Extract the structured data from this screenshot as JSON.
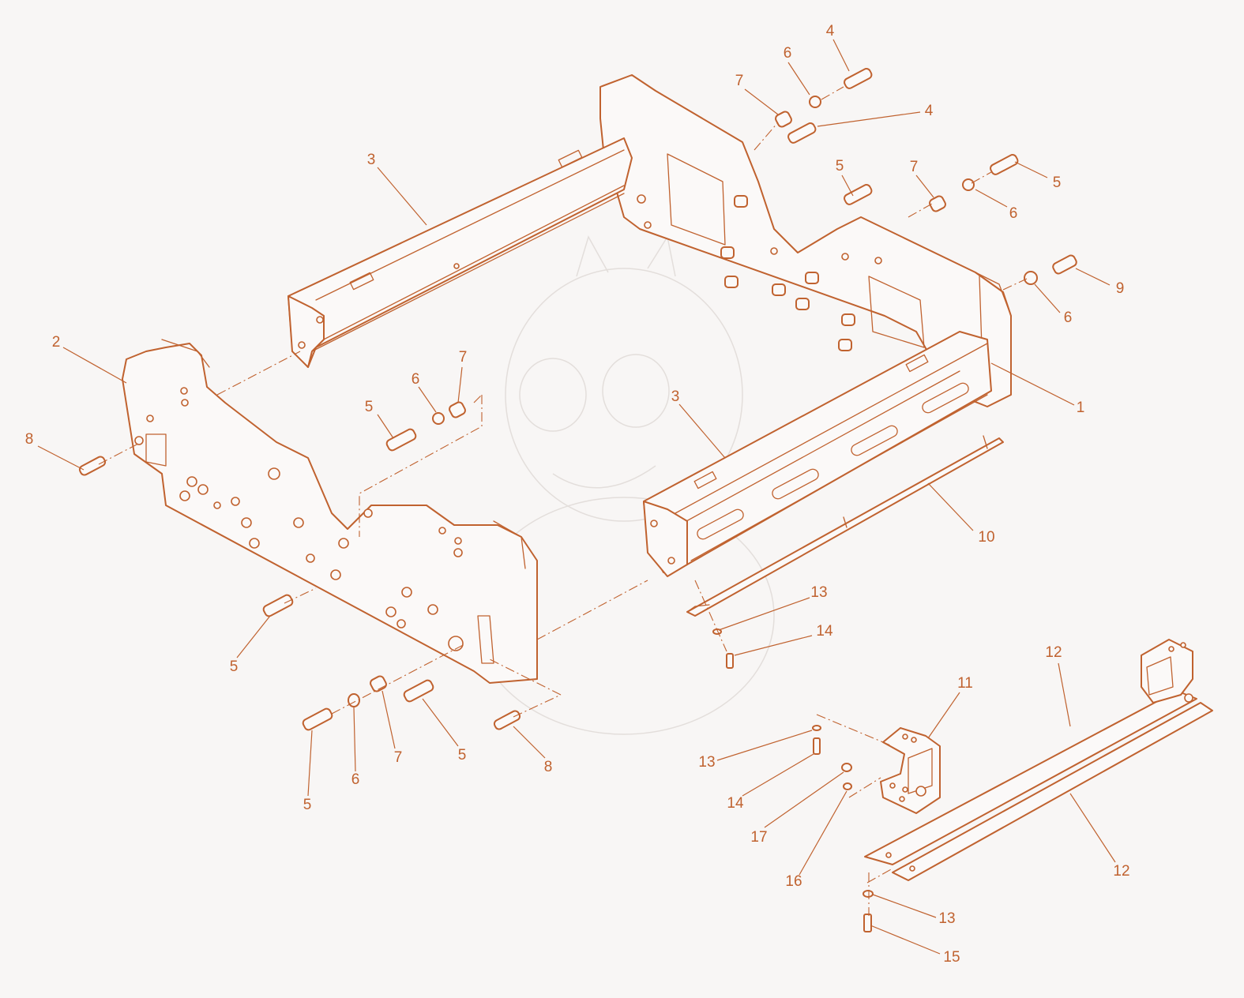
{
  "colors": {
    "line": "#c0622f",
    "background": "#f8f6f5",
    "part_fill": "#fbf9f8"
  },
  "callouts": {
    "c1": "1",
    "c2": "2",
    "c3a": "3",
    "c3b": "3",
    "c4a": "4",
    "c4b": "4",
    "c5a": "5",
    "c5b": "5",
    "c5c": "5",
    "c5d": "5",
    "c5e": "5",
    "c5f": "5",
    "c6a": "6",
    "c6b": "6",
    "c6c": "6",
    "c6d": "6",
    "c6e": "6",
    "c7a": "7",
    "c7b": "7",
    "c7c": "7",
    "c7d": "7",
    "c8a": "8",
    "c8b": "8",
    "c9": "9",
    "c10": "10",
    "c11": "11",
    "c12a": "12",
    "c12b": "12",
    "c13a": "13",
    "c13b": "13",
    "c13c": "13",
    "c14a": "14",
    "c14b": "14",
    "c15": "15",
    "c16": "16",
    "c17": "17"
  }
}
